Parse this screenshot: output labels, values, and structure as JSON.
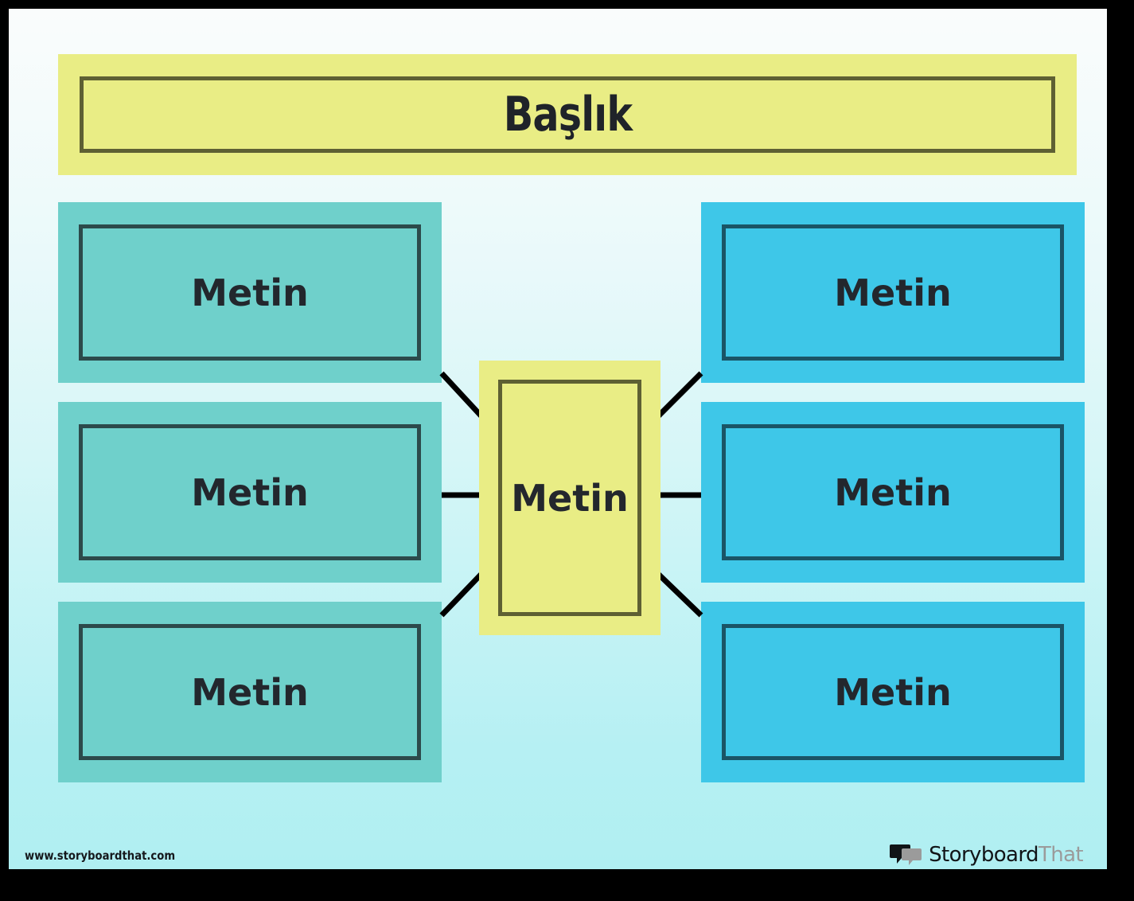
{
  "page": {
    "background_top_color": "#fafcfc",
    "background_bottom_color": "#b0eff2",
    "frame_color": "#000000"
  },
  "title": {
    "text": "Başlık",
    "fill_color": "#e9ed85",
    "border_color": "#5e6033"
  },
  "center": {
    "text": "Metin",
    "fill_color": "#e9ed85",
    "border_color": "#5e6033"
  },
  "left_column": {
    "fill_color": "#6fd0cb",
    "border_color": "#2c4a4b",
    "nodes": [
      {
        "text": "Metin"
      },
      {
        "text": "Metin"
      },
      {
        "text": "Metin"
      }
    ]
  },
  "right_column": {
    "fill_color": "#3ec7e8",
    "border_color": "#1a5466",
    "nodes": [
      {
        "text": "Metin"
      },
      {
        "text": "Metin"
      },
      {
        "text": "Metin"
      }
    ]
  },
  "connectors": {
    "color": "#000000",
    "width": 7,
    "count": 6
  },
  "footer": {
    "url": "www.storyboardthat.com",
    "brand_dark": "Storyboard",
    "brand_grey": "That",
    "logo_dark_color": "#111417",
    "logo_grey_color": "#9b9b9b"
  }
}
